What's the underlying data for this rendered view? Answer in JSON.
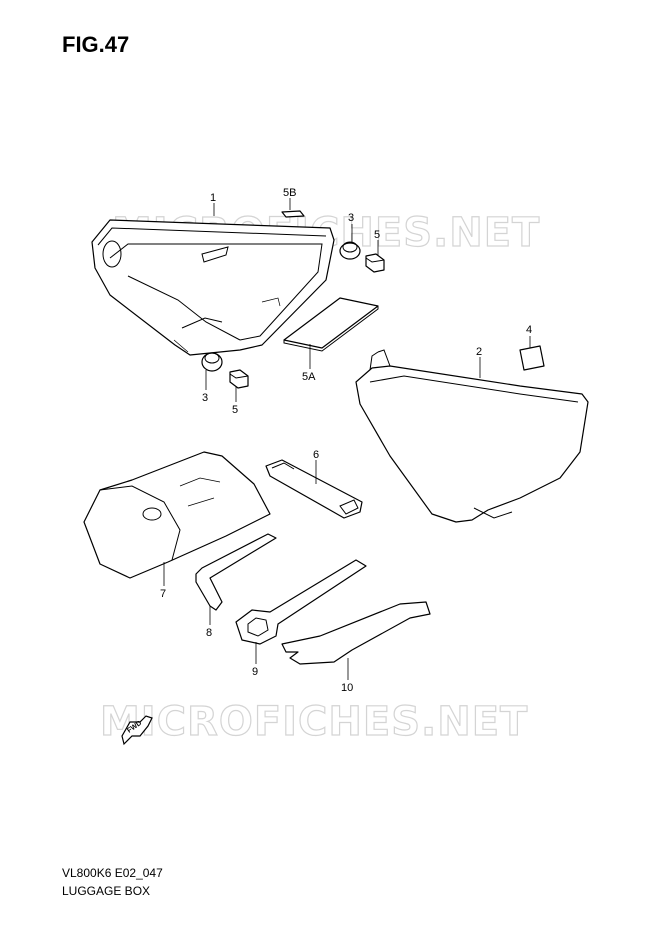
{
  "figure": {
    "title": "FIG.47",
    "code": "VL800K6 E02_047",
    "name": "LUGGAGE BOX"
  },
  "watermark": {
    "text": "MICROFICHES.NET"
  },
  "fwd_label": "FWD",
  "callouts": {
    "c1": "1",
    "c2": "2",
    "c3a": "3",
    "c3b": "3",
    "c4": "4",
    "c5a": "5",
    "c5b": "5",
    "c5A": "5A",
    "c5B": "5B",
    "c6": "6",
    "c7": "7",
    "c8": "8",
    "c9": "9",
    "c10": "10"
  }
}
